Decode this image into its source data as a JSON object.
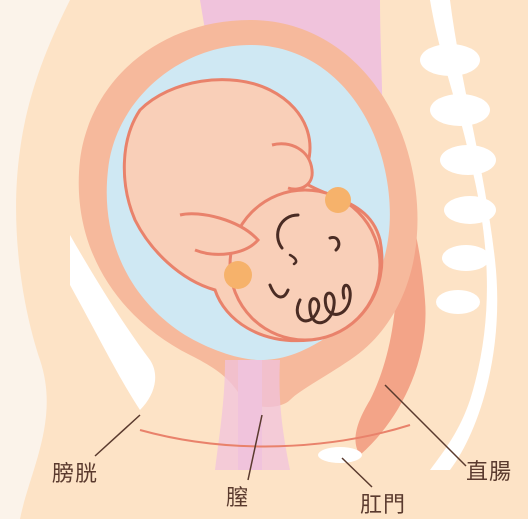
{
  "labels": {
    "bladder": "膀胱",
    "vagina": "膣",
    "anus": "肛門",
    "rectum": "直腸"
  },
  "colors": {
    "background": "#fbf3ea",
    "body": "#fde3c6",
    "uterus_wall": "#f6b99c",
    "amniotic": "#cfe8f3",
    "baby": "#f9cfb8",
    "baby_outline": "#e9826b",
    "pink_canal": "#f0c3dc",
    "bone": "#ffffff",
    "leader_line": "#5a3a2e"
  }
}
